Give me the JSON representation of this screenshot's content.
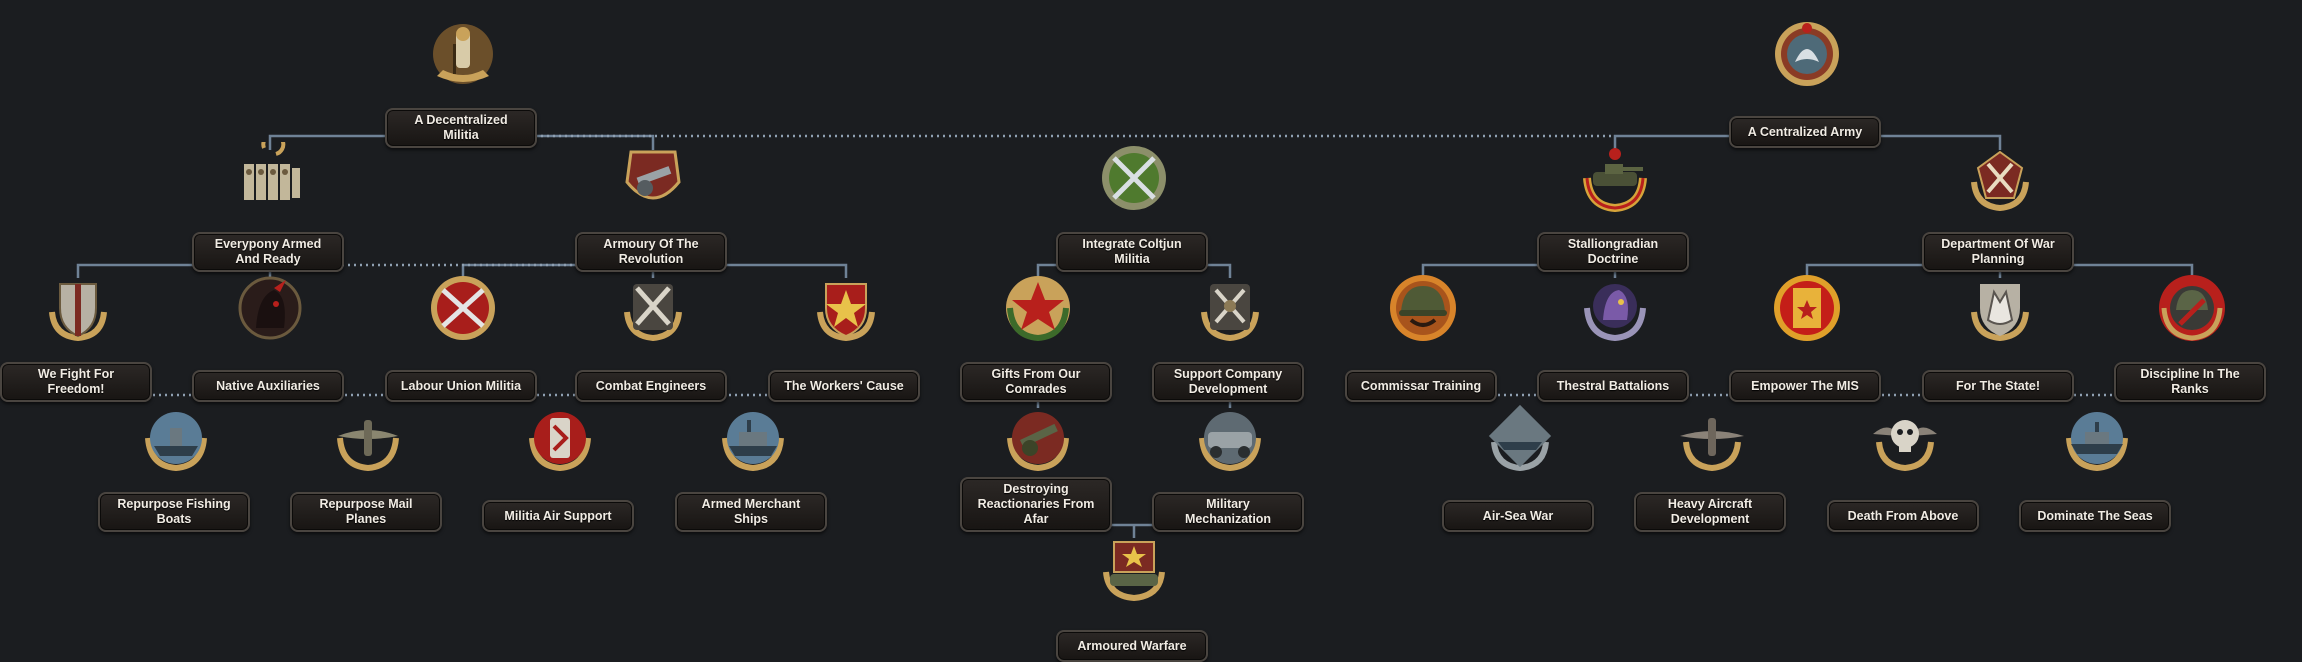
{
  "focuses": {
    "decentralized_militia": {
      "label": "A Decentralized Militia",
      "icon": "militia-soldier-icon"
    },
    "centralized_army": {
      "label": "A Centralized Army",
      "icon": "army-eagle-icon"
    },
    "everypony_armed": {
      "label": "Everypony Armed And Ready",
      "icon": "armed-crowd-icon"
    },
    "armoury_revolution": {
      "label": "Armoury Of The Revolution",
      "icon": "artillery-gun-icon"
    },
    "integrate_coltjun": {
      "label": "Integrate Coltjun Militia",
      "icon": "crossed-rifles-icon"
    },
    "stalliongradian_doctrine": {
      "label": "Stalliongradian Doctrine",
      "icon": "tank-wreath-icon"
    },
    "department_war_planning": {
      "label": "Department Of War Planning",
      "icon": "war-planning-icon"
    },
    "we_fight_freedom": {
      "label": "We Fight For Freedom!",
      "icon": "shield-sword-icon"
    },
    "native_auxiliaries": {
      "label": "Native Auxiliaries",
      "icon": "native-warrior-icon"
    },
    "labour_union_militia": {
      "label": "Labour Union Militia",
      "icon": "crossed-rifles-red-icon"
    },
    "combat_engineers": {
      "label": "Combat Engineers",
      "icon": "crossed-tools-icon"
    },
    "workers_cause": {
      "label": "The Workers' Cause",
      "icon": "red-star-shield-icon"
    },
    "gifts_comrades": {
      "label": "Gifts From Our Comrades",
      "icon": "red-star-wreath-icon"
    },
    "support_company": {
      "label": "Support Company Development",
      "icon": "crossed-shovels-icon"
    },
    "commissar_training": {
      "label": "Commissar Training",
      "icon": "helmet-icon"
    },
    "thestral_battalions": {
      "label": "Thestral Battalions",
      "icon": "thestral-icon"
    },
    "empower_mis": {
      "label": "Empower The MIS",
      "icon": "red-book-icon"
    },
    "for_the_state": {
      "label": "For The State!",
      "icon": "wolf-emblem-icon"
    },
    "discipline_ranks": {
      "label": "Discipline In The Ranks",
      "icon": "discipline-helmet-icon"
    },
    "repurpose_boats": {
      "label": "Repurpose Fishing Boats",
      "icon": "fishing-boat-icon"
    },
    "repurpose_planes": {
      "label": "Repurpose Mail Planes",
      "icon": "mail-plane-icon"
    },
    "militia_air_support": {
      "label": "Militia Air Support",
      "icon": "air-support-icon"
    },
    "armed_merchant": {
      "label": "Armed Merchant Ships",
      "icon": "merchant-ship-icon"
    },
    "destroying_reactionaries": {
      "label": "Destroying Reactionaries From Afar",
      "icon": "field-gun-icon"
    },
    "military_mechanization": {
      "label": "Military Mechanization",
      "icon": "armored-car-icon"
    },
    "air_sea_war": {
      "label": "Air-Sea War",
      "icon": "warship-icon"
    },
    "heavy_aircraft": {
      "label": "Heavy Aircraft Development",
      "icon": "bomber-icon"
    },
    "death_from_above": {
      "label": "Death From Above",
      "icon": "skull-wings-icon"
    },
    "dominate_seas": {
      "label": "Dominate The Seas",
      "icon": "battleship-icon"
    },
    "armoured_warfare": {
      "label": "Armoured Warfare",
      "icon": "tank-star-icon"
    }
  },
  "colors": {
    "background": "#1b1d20",
    "connector": "#6f8296",
    "exclusive_dots": "#8fa0b2",
    "label_text": "#f1ece4",
    "gold": "#c9a25a",
    "red": "#b8201c"
  }
}
